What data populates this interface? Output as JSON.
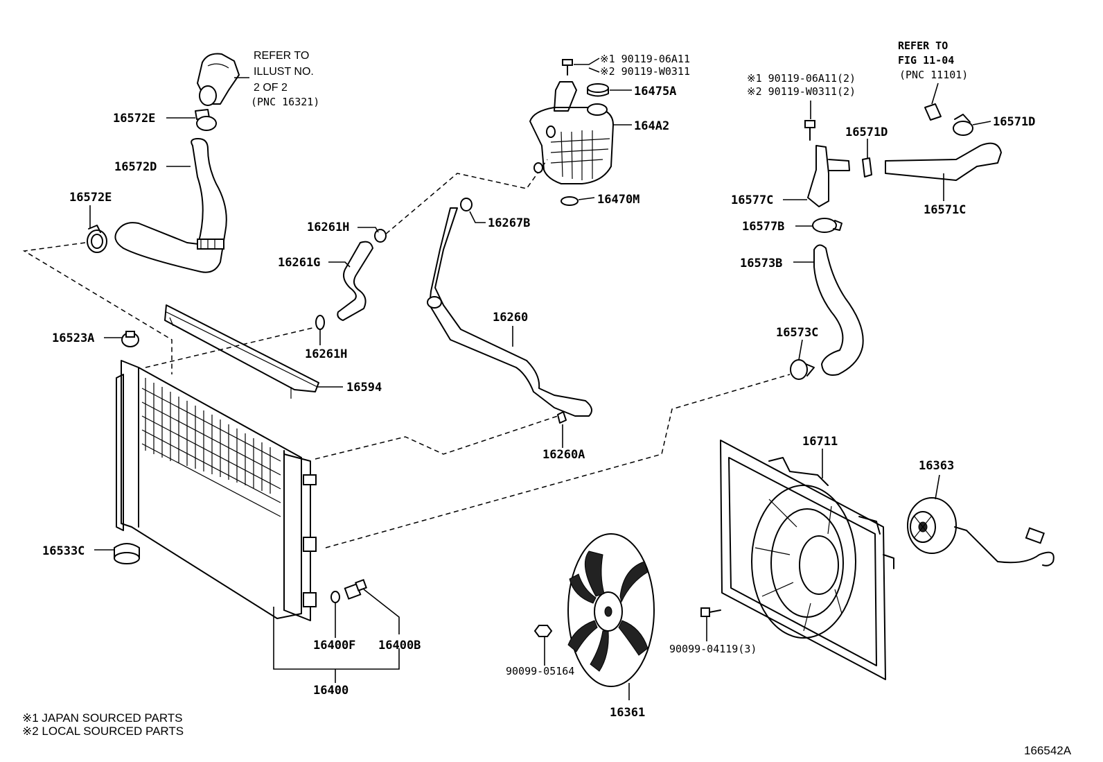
{
  "labels": {
    "p16572E_top": "16572E",
    "p16572D": "16572D",
    "p16572E_left": "16572E",
    "p16261H_top": "16261H",
    "p16261G": "16261G",
    "p16261H_bottom": "16261H",
    "p16267B": "16267B",
    "p16260": "16260",
    "p16260A": "16260A",
    "p16523A": "16523A",
    "p16594": "16594",
    "p16533C": "16533C",
    "p16400F": "16400F",
    "p16400B": "16400B",
    "p16400": "16400",
    "p16475A": "16475A",
    "p164A2": "164A2",
    "p16470M": "16470M",
    "p16571D_left": "16571D",
    "p16571D_right": "16571D",
    "p16571C": "16571C",
    "p16577C": "16577C",
    "p16577B": "16577B",
    "p16573B": "16573B",
    "p16573C": "16573C",
    "p16711": "16711",
    "p16363": "16363",
    "p16361": "16361",
    "p90099_05164": "90099-05164",
    "p90099_04119": "90099-04119(3)"
  },
  "notes": {
    "tank_bolt_1": "※1 90119-06A11",
    "tank_bolt_2": "※2 90119-W0311",
    "inlet_bolt_1": "※1 90119-06A11(2)",
    "inlet_bolt_2": "※2 90119-W0311(2)",
    "ref_a_line1": "REFER TO",
    "ref_a_line2": "ILLUST NO.",
    "ref_a_line3": "2 OF 2",
    "ref_a_line4": "(PNC 16321)",
    "ref_b_line1": "REFER TO",
    "ref_b_line2": "FIG 11-04",
    "ref_b_line3": "(PNC 11101)"
  },
  "footer": {
    "japan": "※1 JAPAN SOURCED PARTS",
    "local": "※2 LOCAL SOURCED PARTS",
    "figure_id": "166542A"
  }
}
